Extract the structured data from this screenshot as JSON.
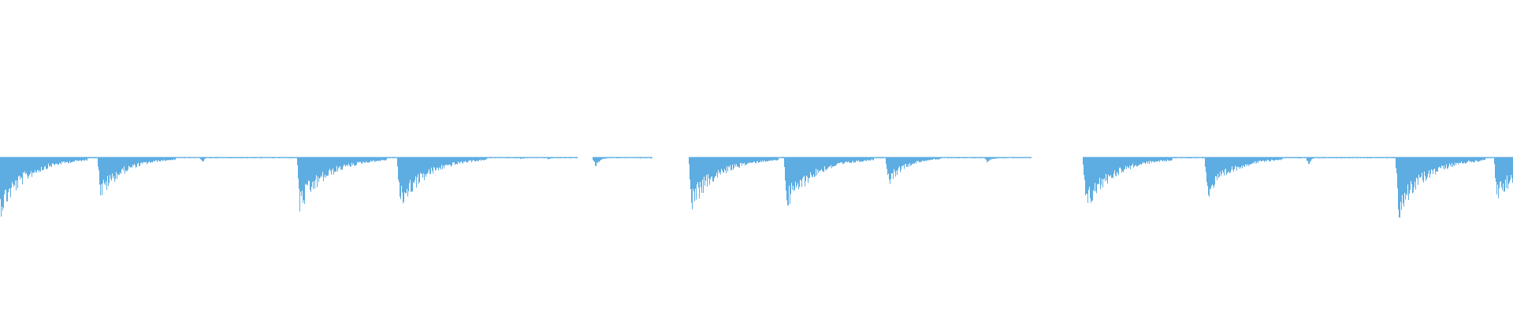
{
  "waveform": {
    "color": "#5dade2",
    "background": "#ffffff",
    "duration": 1.0,
    "hits": [
      {
        "t": 0.0,
        "amp": 0.42,
        "decay": 0.058,
        "tail": 0.04
      },
      {
        "t": 0.066,
        "amp": 0.3,
        "decay": 0.05,
        "tail": 0.092
      },
      {
        "t": 0.198,
        "amp": 0.4,
        "decay": 0.058,
        "tail": 0.044
      },
      {
        "t": 0.264,
        "amp": 0.38,
        "decay": 0.058,
        "tail": 0.06
      },
      {
        "t": 0.344,
        "amp": 0.01,
        "decay": 0.004,
        "tail": 0.0
      },
      {
        "t": 0.362,
        "amp": 0.01,
        "decay": 0.004,
        "tail": 0.004
      },
      {
        "t": 0.393,
        "amp": 0.08,
        "decay": 0.008,
        "tail": 0.03
      },
      {
        "t": 0.457,
        "amp": 0.38,
        "decay": 0.058,
        "tail": 0.044
      },
      {
        "t": 0.52,
        "amp": 0.38,
        "decay": 0.058,
        "tail": 0.044
      },
      {
        "t": 0.587,
        "amp": 0.2,
        "decay": 0.035,
        "tail": 0.05
      },
      {
        "t": 0.652,
        "amp": 0.03,
        "decay": 0.008,
        "tail": 0.022
      },
      {
        "t": 0.717,
        "amp": 0.4,
        "decay": 0.058,
        "tail": 0.04
      },
      {
        "t": 0.798,
        "amp": 0.3,
        "decay": 0.05,
        "tail": 0.092
      },
      {
        "t": 0.924,
        "amp": 0.44,
        "decay": 0.058,
        "tail": 0.056
      },
      {
        "t": 0.989,
        "amp": 0.34,
        "decay": 0.05,
        "tail": 0.011
      }
    ],
    "small_blips": [
      {
        "t": 0.134,
        "amp": 0.04
      },
      {
        "t": 0.865,
        "amp": 0.08
      },
      {
        "t": 0.935,
        "amp": 0.03
      }
    ]
  }
}
